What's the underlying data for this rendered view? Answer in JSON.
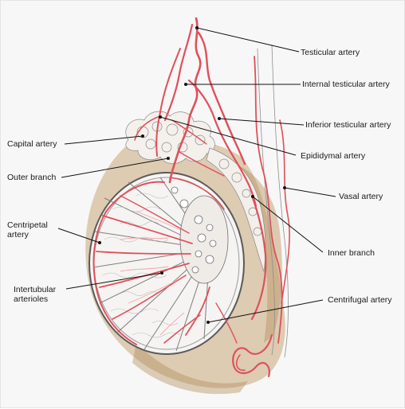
{
  "figure": {
    "labels": {
      "testicular_artery": "Testicular artery",
      "internal_testicular_artery": "Internal testicular artery",
      "inferior_testicular_artery": "Inferior testicular artery",
      "epididymal_artery": "Epididymal artery",
      "vasal_artery": "Vasal artery",
      "capital_artery": "Capital artery",
      "outer_branch": "Outer branch",
      "centripetal_artery": "Centripetal\nartery",
      "intertubular_arterioles": "Intertubular\narterioles",
      "inner_branch": "Inner branch",
      "centrifugal_artery": "Centrifugal artery"
    },
    "colors": {
      "artery": "#e0505a",
      "artery_light": "#f2a6a8",
      "connective_tissue": "#c8a87a",
      "tubule_outline": "#8a8a8a",
      "leader_line": "#111111",
      "background": "#f7f7f7"
    }
  }
}
